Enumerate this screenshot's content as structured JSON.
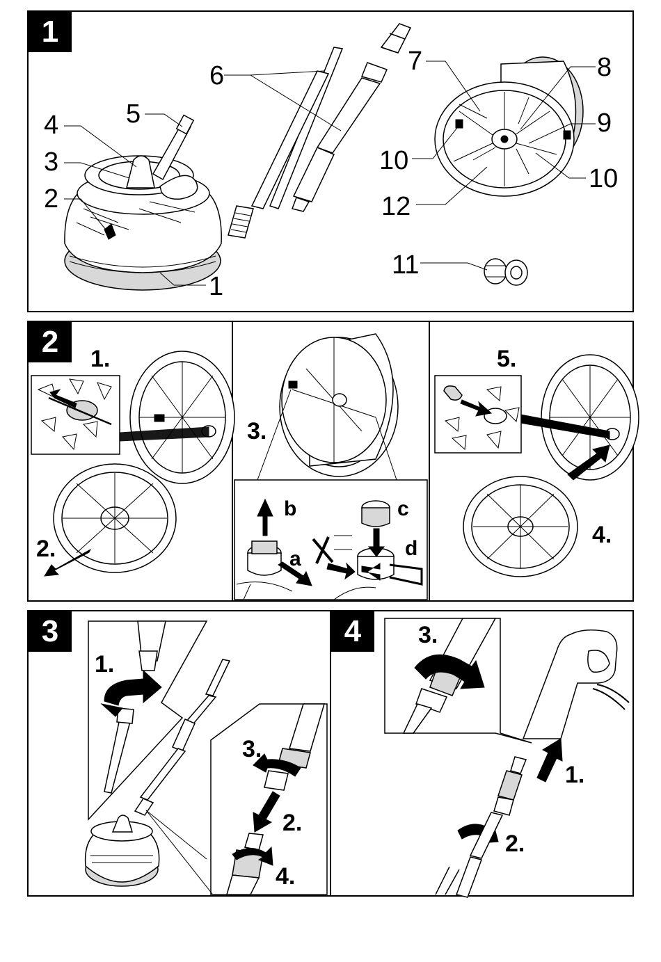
{
  "panels": [
    {
      "badge": "1"
    },
    {
      "badge": "2"
    },
    {
      "badge": "3"
    },
    {
      "badge": "4"
    }
  ],
  "panel1": {
    "callouts": [
      "1",
      "2",
      "3",
      "4",
      "5",
      "6",
      "7",
      "8",
      "9",
      "10",
      "10",
      "11",
      "12"
    ]
  },
  "panel2": {
    "steps": [
      "1.",
      "2.",
      "3.",
      "4.",
      "5."
    ],
    "letters": [
      "a",
      "b",
      "c",
      "d"
    ]
  },
  "panel3": {
    "steps": [
      "1.",
      "2.",
      "3.",
      "4."
    ]
  },
  "panel4": {
    "steps": [
      "1.",
      "2.",
      "3."
    ]
  },
  "icons": [
    "arrow-icon",
    "curved-arrow-icon",
    "cross-out-icon",
    "magnifier-zoom-icon"
  ]
}
